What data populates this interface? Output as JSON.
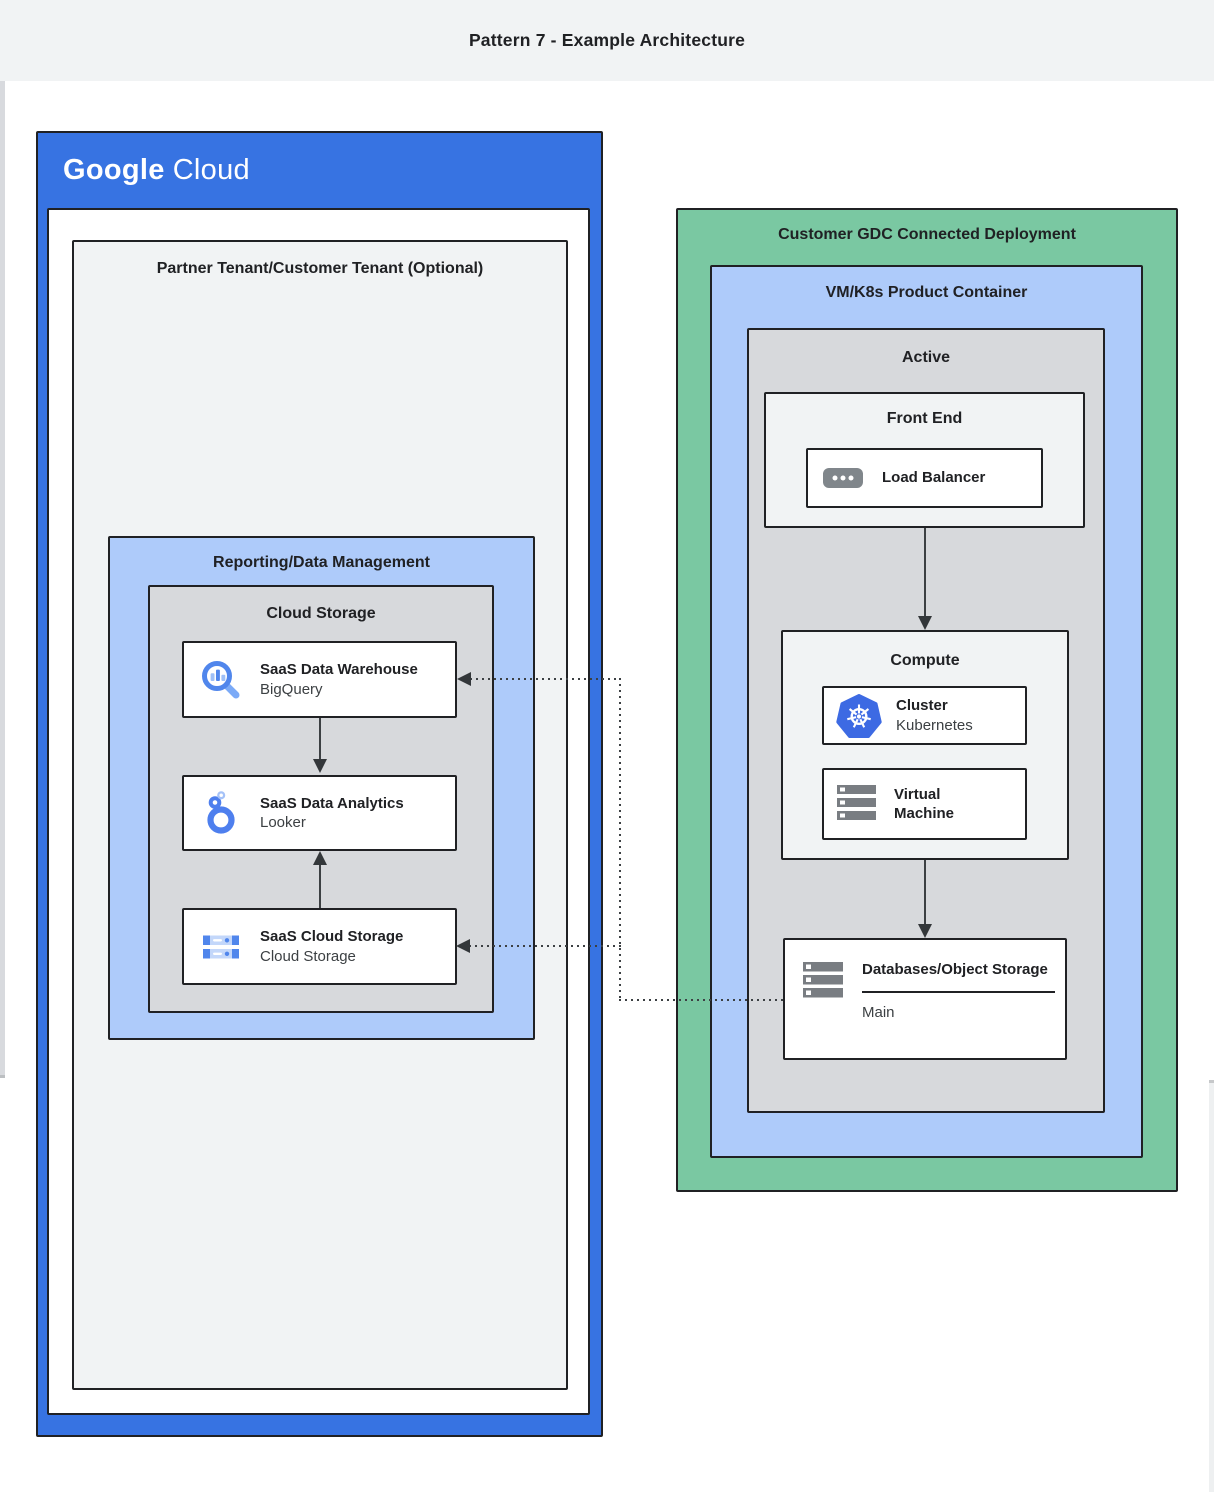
{
  "header": {
    "title": "Pattern 7 - Example Architecture"
  },
  "left": {
    "logo": {
      "google": "Google",
      "cloud": "Cloud"
    },
    "partner_label": "Partner Tenant/Customer Tenant (Optional)",
    "reporting_label": "Reporting/Data Management",
    "storage_group_label": "Cloud Storage",
    "cards": [
      {
        "title": "SaaS Data Warehouse",
        "subtitle": "BigQuery",
        "icon": "bigquery-icon"
      },
      {
        "title": "SaaS Data Analytics",
        "subtitle": "Looker",
        "icon": "looker-icon"
      },
      {
        "title": "SaaS Cloud Storage",
        "subtitle": "Cloud Storage",
        "icon": "cloud-storage-icon"
      }
    ]
  },
  "right": {
    "gdc_label": "Customer GDC Connected Deployment",
    "container_label": "VM/K8s Product Container",
    "active_label": "Active",
    "front_end": {
      "label": "Front End",
      "card": {
        "title": "Load Balancer",
        "icon": "load-balancer-icon"
      }
    },
    "compute": {
      "label": "Compute",
      "cluster": {
        "title": "Cluster",
        "subtitle": "Kubernetes",
        "icon": "kubernetes-icon"
      },
      "vm": {
        "title": "Virtual Machine",
        "icon": "virtual-machine-icon"
      }
    },
    "databases": {
      "title": "Databases/Object Storage",
      "item": "Main",
      "icon": "object-storage-icon"
    }
  },
  "colors": {
    "google_cloud_blue": "#3773e2",
    "light_blue_panel": "#aecbfa",
    "green_panel": "#7ac8a2",
    "gray_panel": "#d7d9dc",
    "light_gray_panel": "#f1f3f4",
    "border": "#202124",
    "icon_blue": "#5086ec",
    "icon_light_blue": "#9fc0f7",
    "icon_gray": "#80868b",
    "kubernetes_blue": "#3d6ae3",
    "arrow": "#3c4043",
    "text": "#202124",
    "subtext": "#3c4043"
  }
}
